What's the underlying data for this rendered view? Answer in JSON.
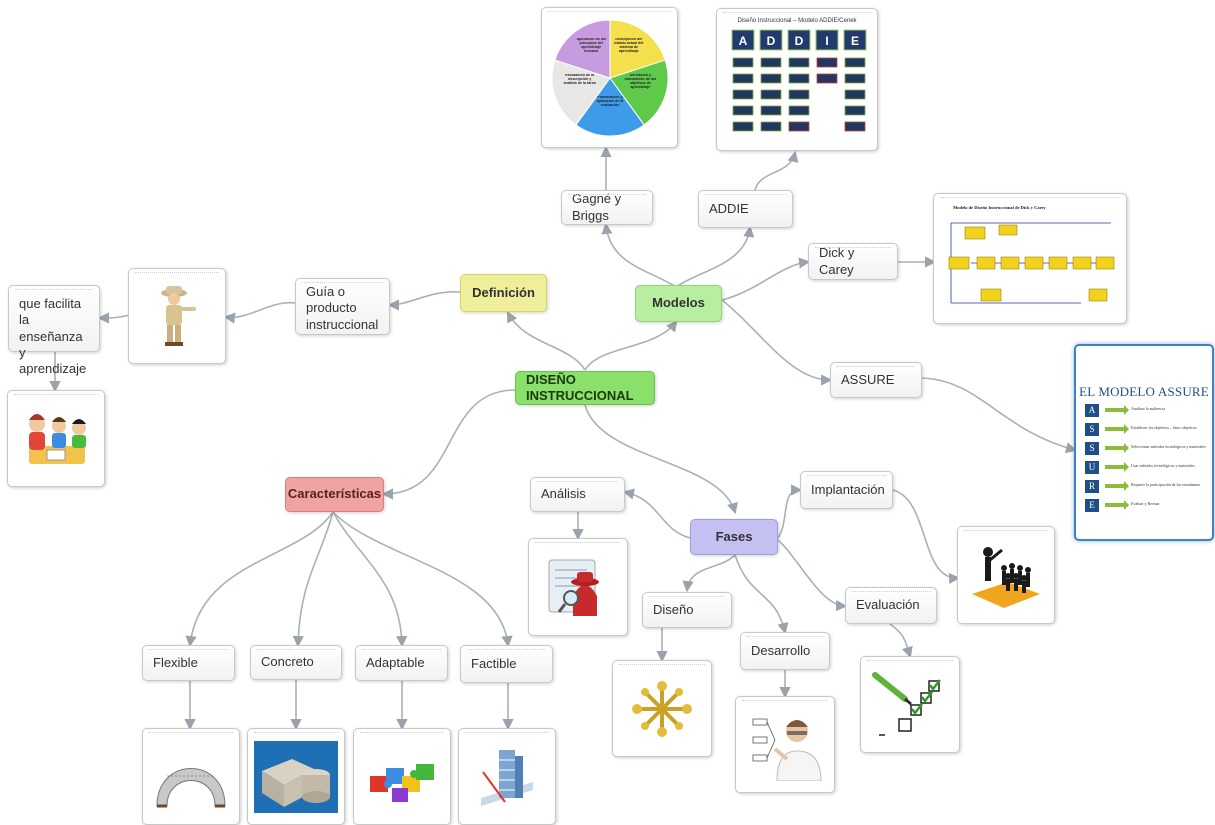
{
  "nodes": {
    "center": "DISEÑO INSTRUCCIONAL",
    "definicion": "Definición",
    "guia": "Guía o producto instruccional",
    "facilita": "que facilita la enseñanza y aprendizaje",
    "modelos": "Modelos",
    "gagne": "Gagné y Briggs",
    "addie": "ADDIE",
    "dick": "Dick y Carey",
    "assure": "ASSURE",
    "caracteristicas": "Características",
    "flexible": "Flexible",
    "concreto": "Concreto",
    "adaptable": "Adaptable",
    "factible": "Factible",
    "fases": "Fases",
    "analisis": "Análisis",
    "implantacion": "Implantación",
    "diseno": "Diseño",
    "desarrollo": "Desarrollo",
    "evaluacion": "Evaluación"
  },
  "images": {
    "addie_title": "Diseño Instruccional – Modelo ADDIE/Cenek",
    "addie_letters": [
      "A",
      "D",
      "D",
      "I",
      "E"
    ],
    "dick_title": "Modelo de Diseño Instruccional de Dick y Carey",
    "assure_title": "EL MODELO ASSURE",
    "assure_rows": [
      {
        "letter": "A",
        "text": "Analizar la audiencia"
      },
      {
        "letter": "S",
        "text": "Establecer los objetivos – fines objetivos"
      },
      {
        "letter": "S",
        "text": "Seleccionar métodos tecnológicos y materiales"
      },
      {
        "letter": "U",
        "text": "Usar métodos tecnológicos y materiales"
      },
      {
        "letter": "R",
        "text": "Requerir la participación de los estudiantes"
      },
      {
        "letter": "E",
        "text": "Evaluar y Revisar"
      }
    ],
    "gagne_pie": [
      {
        "text": "Descripción del estado actual del sistema de aprendizaje",
        "color": "#f4e04d"
      },
      {
        "text": "Derivación y elaboración de los objetivos de aprendizaje",
        "color": "#5fc94a"
      },
      {
        "text": "Planificación y aplicación de la evaluación",
        "color": "#3d9be9"
      },
      {
        "text": "Realización de la descripción y análisis de la tarea",
        "color": "#e9e6e6"
      },
      {
        "text": "Aplicación de los principios del aprendizaje humano",
        "color": "#c79be0"
      }
    ]
  },
  "colors": {
    "center": "#8be06c",
    "definicion": "#efee9a",
    "modelos": "#b7eea0",
    "caracteristicas": "#efa3a3",
    "fases": "#c4c1f2",
    "edge": "#9aa3ab"
  }
}
